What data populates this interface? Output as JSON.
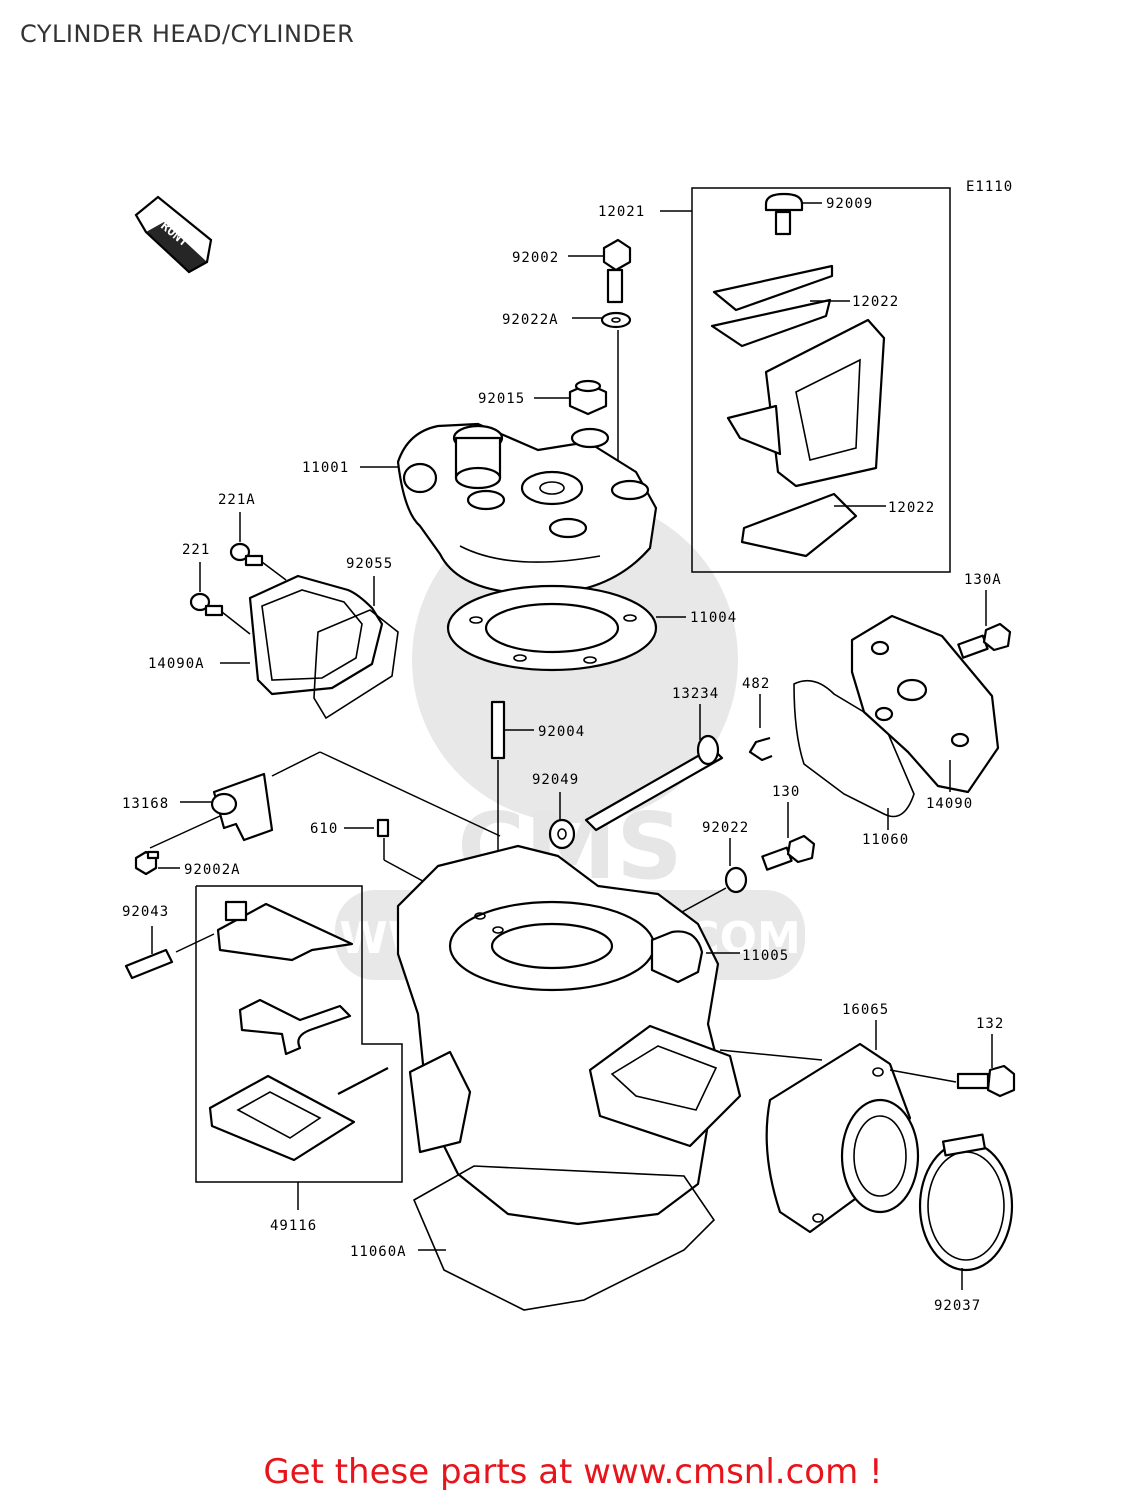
{
  "title": "CYLINDER HEAD/CYLINDER",
  "diagram_code": "E1110",
  "front_indicator": "FRONT",
  "watermark": {
    "logo": "CMS",
    "url": "WWW.CMSNL.COM"
  },
  "footer": {
    "cta": "Get these parts at www.cmsnl.com !",
    "color": "#e8141b"
  },
  "parts": [
    {
      "id": "12021",
      "label": "12021"
    },
    {
      "id": "92009",
      "label": "92009"
    },
    {
      "id": "92002",
      "label": "92002"
    },
    {
      "id": "92022A",
      "label": "92022A"
    },
    {
      "id": "12022a",
      "label": "12022"
    },
    {
      "id": "92015",
      "label": "92015"
    },
    {
      "id": "11001",
      "label": "11001"
    },
    {
      "id": "12022b",
      "label": "12022"
    },
    {
      "id": "221A",
      "label": "221A"
    },
    {
      "id": "221",
      "label": "221"
    },
    {
      "id": "92055",
      "label": "92055"
    },
    {
      "id": "130A",
      "label": "130A"
    },
    {
      "id": "11004",
      "label": "11004"
    },
    {
      "id": "14090A",
      "label": "14090A"
    },
    {
      "id": "13234",
      "label": "13234"
    },
    {
      "id": "482",
      "label": "482"
    },
    {
      "id": "92004",
      "label": "92004"
    },
    {
      "id": "92049",
      "label": "92049"
    },
    {
      "id": "13168",
      "label": "13168"
    },
    {
      "id": "14090",
      "label": "14090"
    },
    {
      "id": "130",
      "label": "130"
    },
    {
      "id": "610",
      "label": "610"
    },
    {
      "id": "11060",
      "label": "11060"
    },
    {
      "id": "92022",
      "label": "92022"
    },
    {
      "id": "92002A",
      "label": "92002A"
    },
    {
      "id": "92043",
      "label": "92043"
    },
    {
      "id": "11005",
      "label": "11005"
    },
    {
      "id": "16065",
      "label": "16065"
    },
    {
      "id": "132",
      "label": "132"
    },
    {
      "id": "49116",
      "label": "49116"
    },
    {
      "id": "11060A",
      "label": "11060A"
    },
    {
      "id": "92037",
      "label": "92037"
    }
  ]
}
